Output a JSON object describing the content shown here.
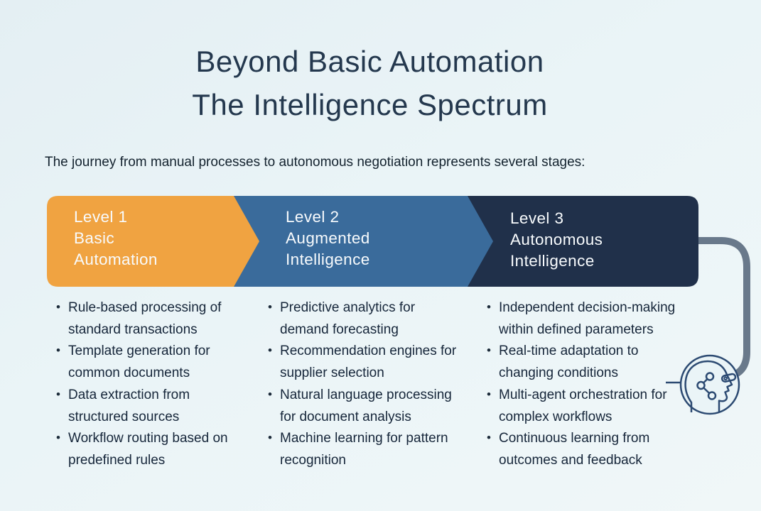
{
  "header": {
    "title_line1": "Beyond Basic Automation",
    "title_line2": "The Intelligence Spectrum",
    "subtitle": "The journey from manual processes to autonomous negotiation represents several stages:"
  },
  "levels": [
    {
      "name": "Level 1",
      "label_lines": [
        "Level 1",
        "Basic",
        "Automation"
      ],
      "color": "#F0A341",
      "bullets": [
        "Rule-based processing of standard transactions",
        "Template generation for common documents",
        "Data extraction from structured sources",
        "Workflow routing based on predefined rules"
      ]
    },
    {
      "name": "Level 2",
      "label_lines": [
        "Level 2",
        "Augmented",
        "Intelligence"
      ],
      "color": "#3A6B9B",
      "bullets": [
        "Predictive analytics for demand forecasting",
        "Recommendation engines for supplier selection",
        "Natural language processing for document analysis",
        "Machine learning for pattern recognition"
      ]
    },
    {
      "name": "Level 3",
      "label_lines": [
        "Level 3",
        "Autonomous",
        "Intelligence"
      ],
      "color": "#20304A",
      "bullets": [
        "Independent decision-making within defined parameters",
        "Real-time adaptation to changing conditions",
        "Multi-agent orchestration for complex workflows",
        "Continuous learning from outcomes and feedback"
      ]
    }
  ],
  "decorations": {
    "icon": "head-with-network-icon",
    "icon_stroke_color": "#2C4A72",
    "connector_color": "#69798B",
    "background_color": "#E9F3F6",
    "title_color": "#24384E",
    "body_text_color": "#16263A",
    "label_text_color": "#F8FBFD"
  }
}
